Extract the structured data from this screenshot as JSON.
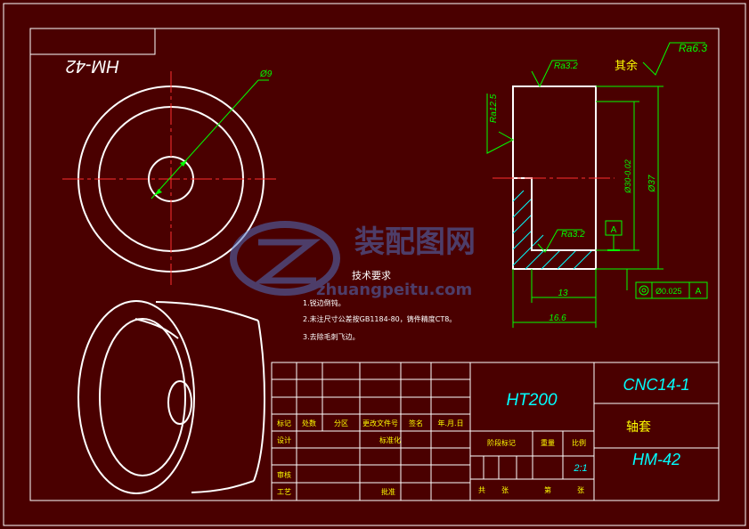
{
  "drawing": {
    "mirrored_code": "HM-42",
    "roughness_ra32_a": "Ra3.2",
    "roughness_ra32_b": "Ra3.2",
    "roughness_ra125": "Ra12.5",
    "roughness_ra63": "Ra6.3",
    "rest_label": "其余",
    "dim_phi9": "Ø9",
    "dim_phi37": "Ø37",
    "dim_phi30": "Ø30-0.02",
    "dim_13": "13",
    "dim_166": "16.6",
    "datum": "A",
    "tol_value": "Ø0.025",
    "tol_datum": "A",
    "tech_title": "技术要求",
    "tech_notes": [
      "1.锐边倒钝。",
      "2.未注尺寸公差按GB1184-80，铸件精度CT8。",
      "3.去除毛刺飞边。"
    ]
  },
  "watermark": {
    "cn": "装配图网",
    "url": "zhuangpeitu.com"
  },
  "title_block": {
    "material": "HT200",
    "project": "CNC14-1",
    "part_name": "轴套",
    "code": "HM-42",
    "scale": "2:1",
    "labels": {
      "mark": "标记",
      "count": "处数",
      "zone": "分区",
      "change_doc": "更改文件号",
      "signature": "签名",
      "date": "年.月.日",
      "design": "设计",
      "standardize": "标准化",
      "review": "审核",
      "process": "工艺",
      "approve": "批准",
      "stage_mark": "阶段标记",
      "weight": "重量",
      "ratio": "比例",
      "total": "共",
      "sheet": "张",
      "page": "第",
      "page_unit": "张"
    }
  }
}
